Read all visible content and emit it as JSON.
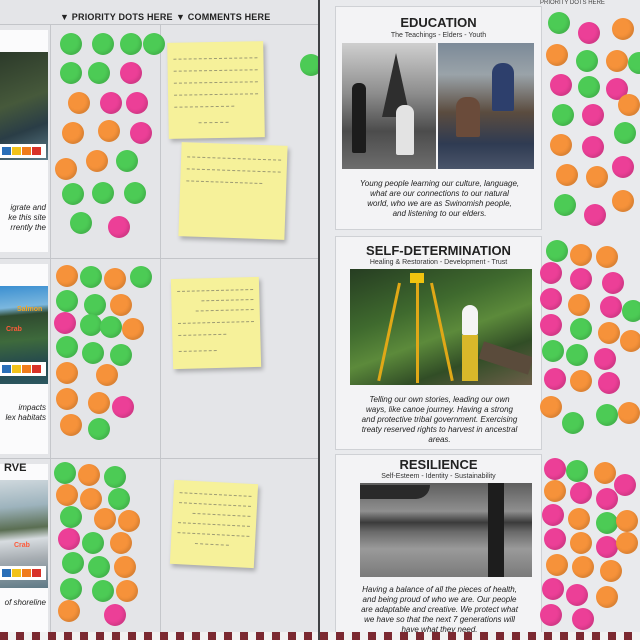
{
  "left_board": {
    "col_priority": "▼ PRIORITY DOTS HERE",
    "col_comments": "▼ COMMENTS HERE",
    "rows": [
      {
        "side_text": [
          "igrate and",
          "ke this site",
          "rrently the"
        ]
      },
      {
        "thumb_labels": [
          "Salmon",
          "Crab"
        ],
        "side_text": [
          "impacts",
          "lex habitats"
        ]
      },
      {
        "section_label": "RVE",
        "thumb_labels": [
          "Crab"
        ],
        "side_text": [
          "of shoreline"
        ]
      }
    ]
  },
  "right_board": {
    "header_strip": "PRIORITY DOTS HERE",
    "panels": [
      {
        "title": "EDUCATION",
        "subtitle": "The Teachings - Elders - Youth",
        "body": [
          "Young people learning our culture, language,",
          "what are our connections to our natural",
          "world, who we are as Swinomish people,",
          "and listening to our elders."
        ]
      },
      {
        "title": "SELF-DETERMINATION",
        "subtitle": "Healing & Restoration - Development - Trust",
        "body": [
          "Telling our own stories, leading our own",
          "ways, like canoe journey. Having a strong",
          "and protective tribal government. Exercising",
          "treaty reserved rights to harvest in ancestral",
          "areas."
        ]
      },
      {
        "title": "RESILIENCE",
        "subtitle": "Self-Esteem - Identity - Sustainability",
        "body": [
          "Having a balance of all the pieces of health,",
          "and being proud of who we are. Our people",
          "are adaptable and creative. We protect what",
          "we have so that the next 7 generations will",
          "have what they need."
        ]
      }
    ]
  },
  "colors": {
    "dot_green": "#4ccb55",
    "dot_orange": "#f6923a",
    "dot_pink": "#ec3f97",
    "sticky": "#f6f19a"
  }
}
